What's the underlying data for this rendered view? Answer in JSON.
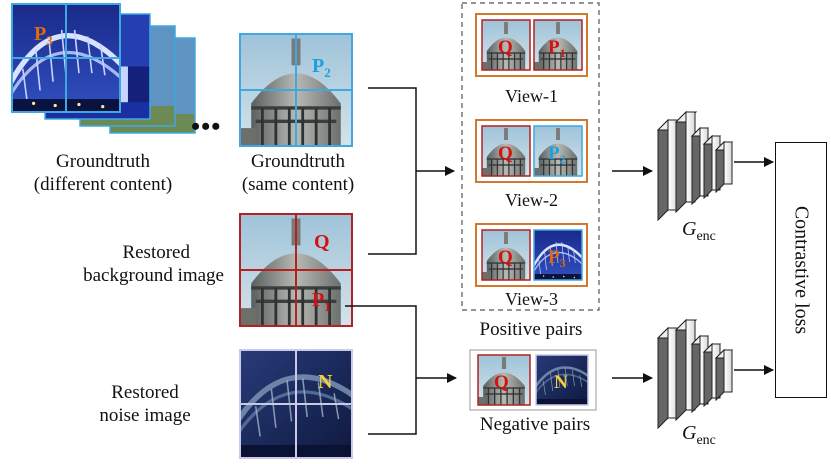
{
  "labels": {
    "gt_diff_line1": "Groundtruth",
    "gt_diff_line2": "(different content)",
    "gt_same_line1": "Groundtruth",
    "gt_same_line2": "(same content)",
    "restored_bg_line1": "Restored",
    "restored_bg_line2": "background image",
    "restored_noise_line1": "Restored",
    "restored_noise_line2": "noise image",
    "view1": "View-1",
    "view2": "View-2",
    "view3": "View-3",
    "positive_pairs": "Positive pairs",
    "negative_pairs": "Negative pairs",
    "encoder_name": "G",
    "encoder_sub": "enc",
    "contrastive_loss": "Contrastive loss",
    "ellipsis": "•••"
  },
  "tags": {
    "p3": "P",
    "p3_sub": "3",
    "p2": "P",
    "p2_sub": "2",
    "q": "Q",
    "p1": "P",
    "p1_sub": "1",
    "n": "N"
  },
  "colors": {
    "red_tag": "#d41010",
    "blue_tag": "#1ea0e0",
    "orange_tag": "#e06a14",
    "yellow_tag": "#f0d040",
    "patch_border_red": "#b22222",
    "view_border_orange": "#d07a30",
    "grid_blue": "#3fa8e0",
    "noise_grid": "#c9c9e9",
    "dashed": "#555555"
  }
}
